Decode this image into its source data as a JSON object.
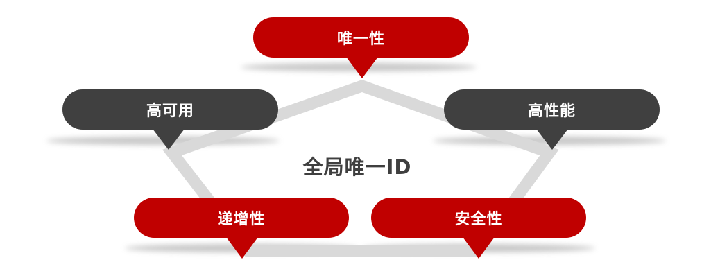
{
  "diagram": {
    "center_label": "全局唯一ID",
    "colors": {
      "red": "#C00000",
      "dark": "#404040",
      "band": "#D9D9D9",
      "text_dark": "#3F3F3F"
    },
    "nodes": [
      {
        "id": "top",
        "label": "唯一性",
        "color": "red"
      },
      {
        "id": "left",
        "label": "高可用",
        "color": "dark"
      },
      {
        "id": "right",
        "label": "高性能",
        "color": "dark"
      },
      {
        "id": "bottom-left",
        "label": "递增性",
        "color": "red"
      },
      {
        "id": "bottom-right",
        "label": "安全性",
        "color": "red"
      }
    ]
  }
}
